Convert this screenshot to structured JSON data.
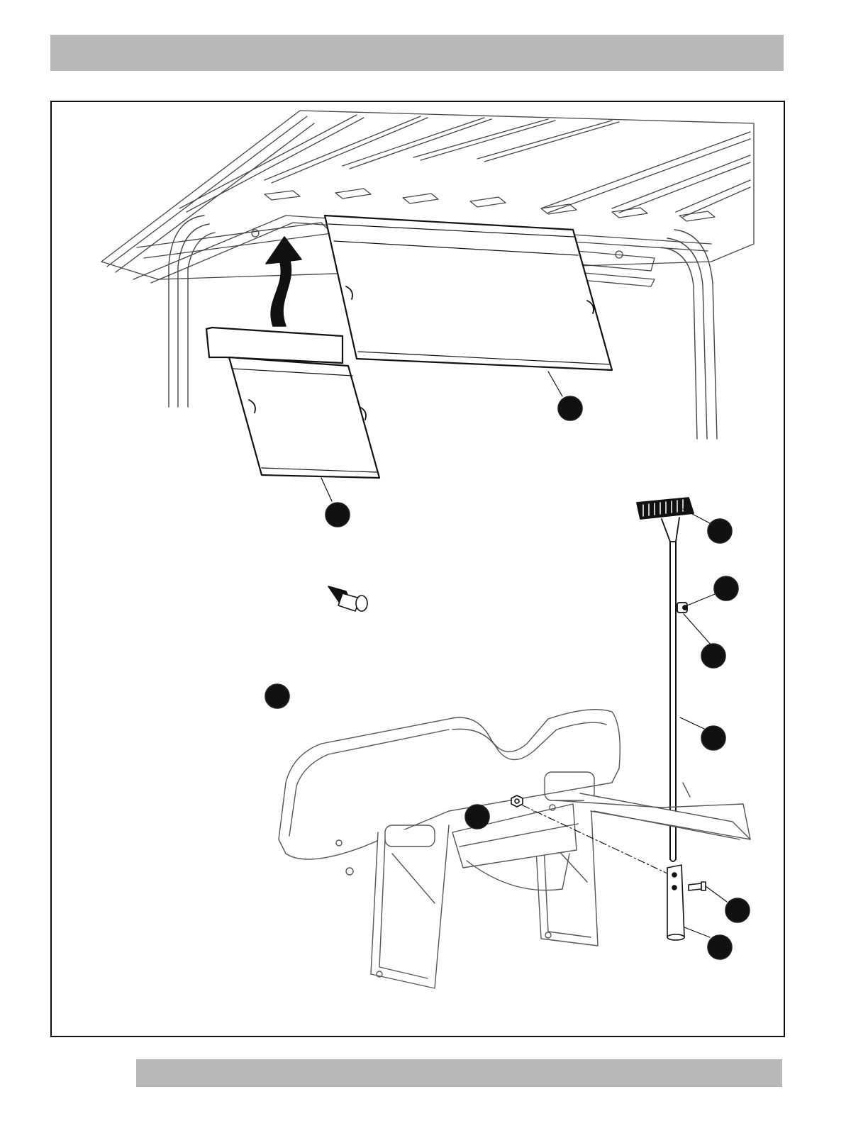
{
  "document": {
    "header_bar_color": "#b8b8b8",
    "footer_bar_color": "#b8b8b8",
    "line_color": "#111111"
  },
  "figure": {
    "callouts": [
      {
        "id": "visor-panel-rear"
      },
      {
        "id": "visor-panel-front"
      },
      {
        "id": "hand-tool-head"
      },
      {
        "id": "rod-clip"
      },
      {
        "id": "rod-fastener"
      },
      {
        "id": "rod-shaft"
      },
      {
        "id": "seat-left"
      },
      {
        "id": "bracket-nut"
      },
      {
        "id": "bracket-screw"
      },
      {
        "id": "holder-tube"
      }
    ]
  }
}
